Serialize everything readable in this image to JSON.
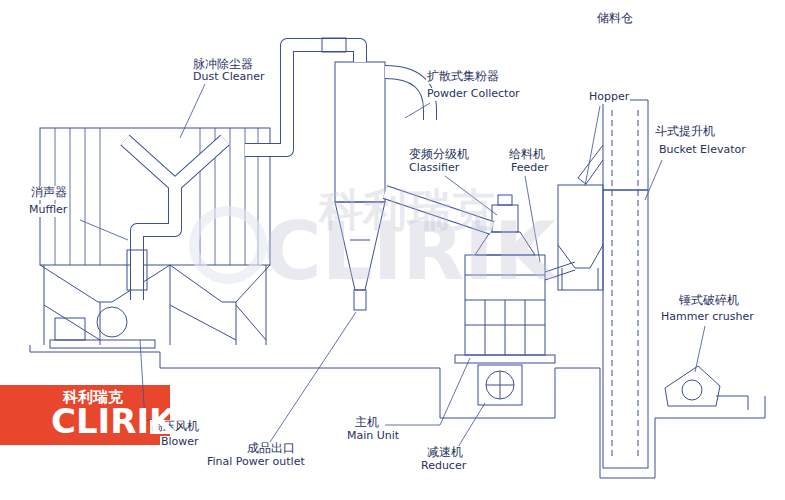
{
  "diagram": {
    "labels": [
      "脉冲除尘器",
      "Dust Cleaner",
      "扩散式集粉器",
      "Powder Collector",
      "储料仓",
      "Hopper",
      "斗式提升机",
      "Bucket Elevator",
      "变频分级机",
      "Classifier",
      "给料机",
      "Feeder",
      "消声器",
      "Muffler",
      "锤式破碎机",
      "Hammer crusher",
      "高压风机",
      "Blower",
      "主机",
      "Main Unit",
      "成品出口",
      "Final Power outlet",
      "减速机",
      "Reducer",
      "科利瑞克",
      "CLIRIK",
      "科利瑞克",
      "CLIRIK"
    ]
  }
}
